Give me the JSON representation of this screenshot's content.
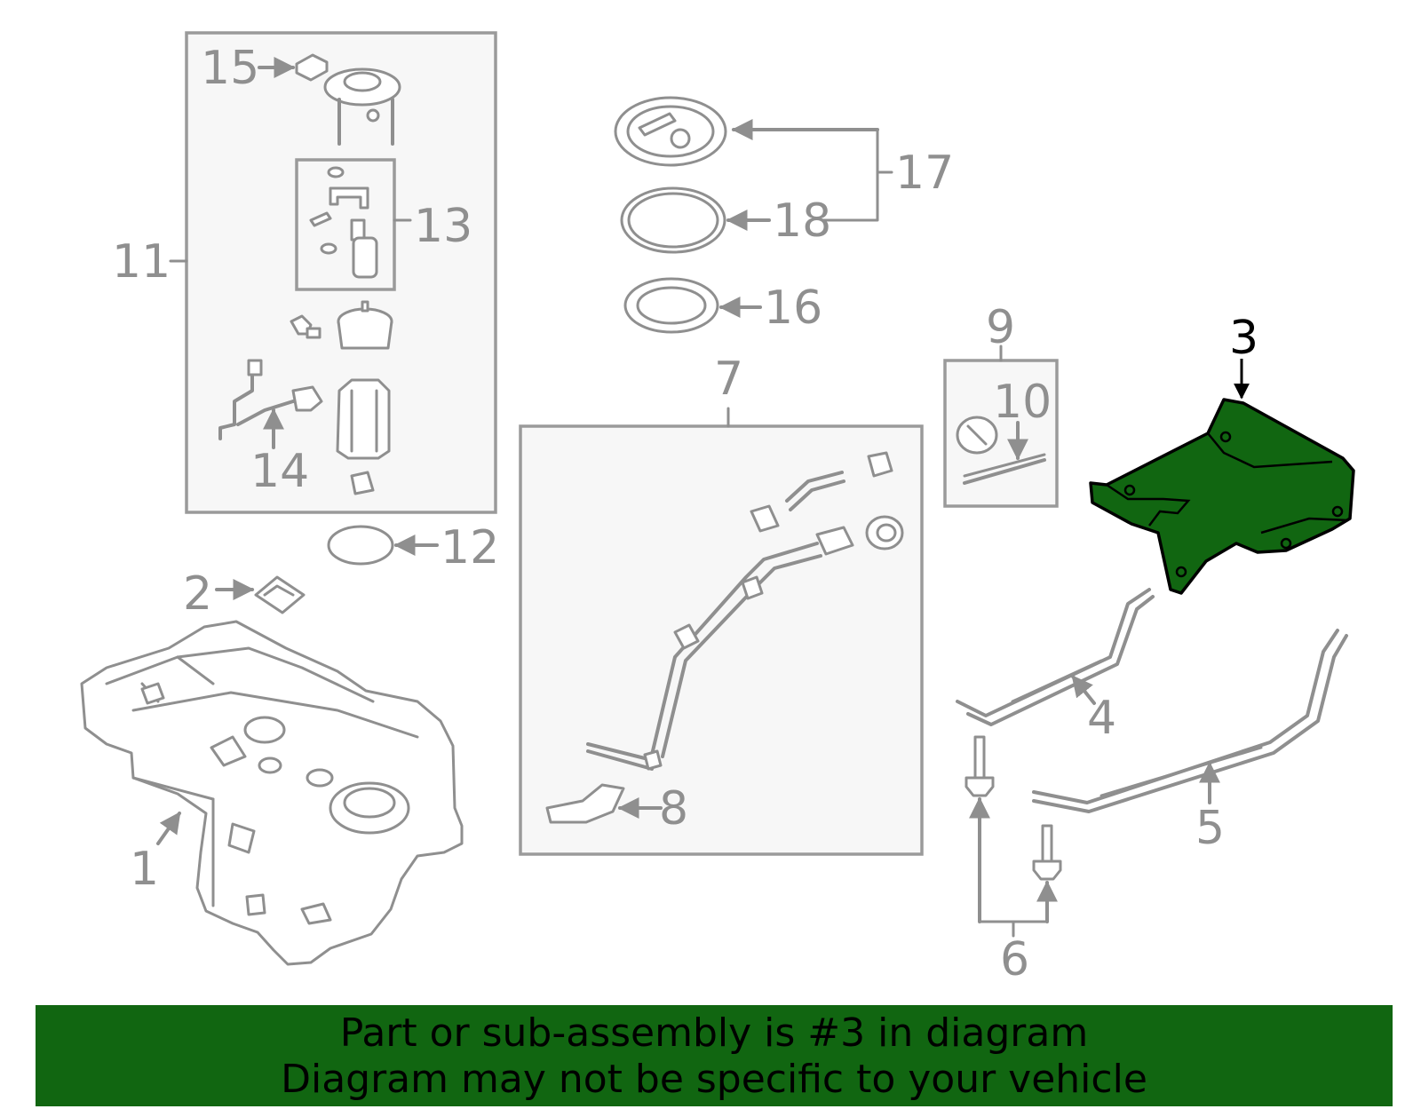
{
  "diagram": {
    "highlight_color": "#116611",
    "highlighted_part": "3",
    "labels": {
      "p1": "1",
      "p2": "2",
      "p3": "3",
      "p4": "4",
      "p5": "5",
      "p6": "6",
      "p7": "7",
      "p8": "8",
      "p9": "9",
      "p10": "10",
      "p11": "11",
      "p12": "12",
      "p13": "13",
      "p14": "14",
      "p15": "15",
      "p16": "16",
      "p17": "17",
      "p18": "18"
    }
  },
  "banner": {
    "line1": "Part or sub-assembly is #3 in diagram",
    "line2": "Diagram may not be specific to your vehicle",
    "background": "#116611"
  }
}
